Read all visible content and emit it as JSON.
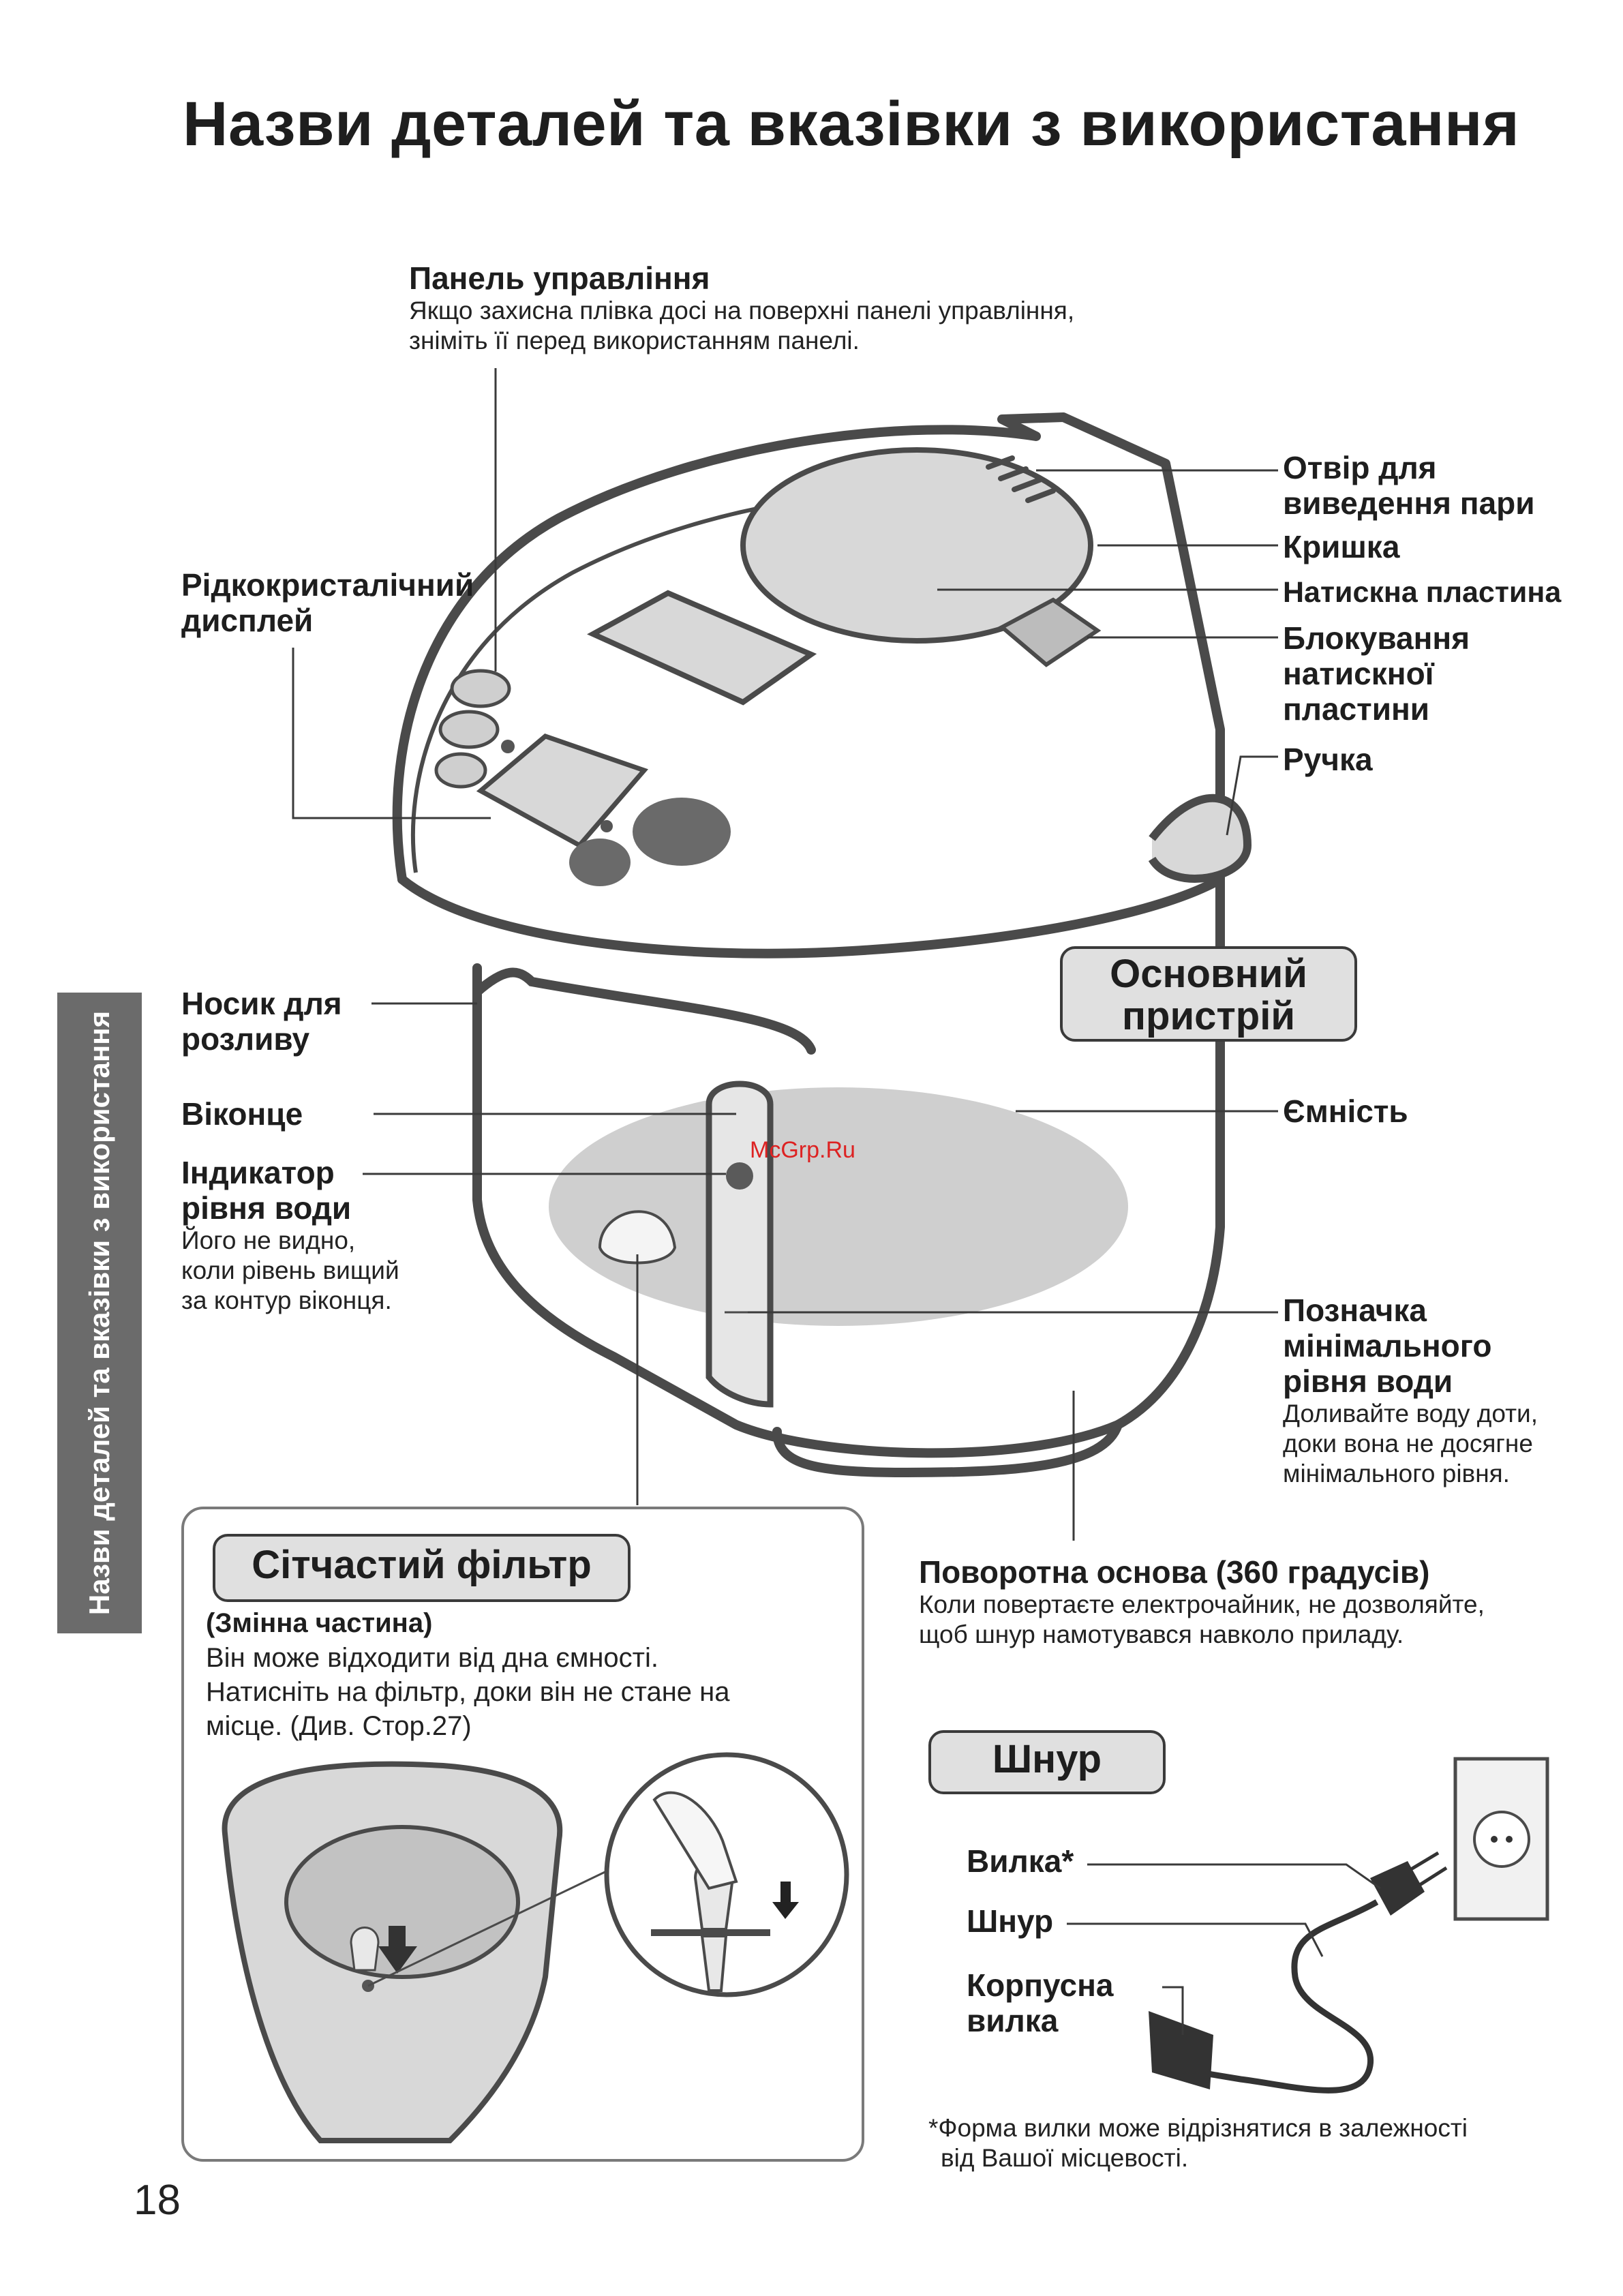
{
  "page": {
    "title": "Назви деталей та вказівки з використання",
    "side_tab": "Назви деталей та вказівки з використання",
    "page_number": "18",
    "watermark": "McGrp.Ru"
  },
  "labels": {
    "control_panel": {
      "title": "Панель управління",
      "line1": "Якщо захисна плівка досі на поверхні панелі управління,",
      "line2": "зніміть її перед використанням панелі."
    },
    "lcd": {
      "line1": "Рідкокристалічний",
      "line2": "дисплей"
    },
    "steam_vent": {
      "line1": "Отвір для",
      "line2": "виведення пари"
    },
    "lid": "Кришка",
    "push_plate": "Натискна пластина",
    "plate_lock": {
      "line1": "Блокування",
      "line2": "натискної",
      "line3": "пластини"
    },
    "handle": "Ручка",
    "spout": {
      "line1": "Носик для",
      "line2": "розливу"
    },
    "main_unit": {
      "line1": "Основний",
      "line2": "пристрій"
    },
    "window": "Віконце",
    "water_level": {
      "line1": "Індикатор",
      "line2": "рівня води",
      "desc1": "Його не видно,",
      "desc2": "коли рівень вищий",
      "desc3": "за контур віконця."
    },
    "container": "Ємність",
    "min_level": {
      "line1": "Позначка",
      "line2": "мінімального",
      "line3": "рівня води",
      "desc1": "Доливайте воду доти,",
      "desc2": "доки вона не досягне",
      "desc3": "мінімального рівня."
    },
    "rotating_base": {
      "title": "Поворотна основа (360 градусів)",
      "desc1": "Коли повертаєте електрочайник, не дозволяйте,",
      "desc2": "щоб шнур намотувався навколо приладу."
    }
  },
  "filter": {
    "heading": "Сітчастий фільтр",
    "subheading": "(Змінна частина)",
    "line1": "Він може відходити від дна ємності.",
    "line2": "Натисніть на фільтр, доки він не стане на",
    "line3": "місце. (Див. Стор.27)"
  },
  "cord": {
    "heading": "Шнур",
    "plug": "Вилка*",
    "cord": "Шнур",
    "appliance_plug_line1": "Корпусна",
    "appliance_plug_line2": "вилка",
    "footnote1": "*Форма вилки може відрізнятися в залежності",
    "footnote2": "від Вашої місцевості."
  }
}
